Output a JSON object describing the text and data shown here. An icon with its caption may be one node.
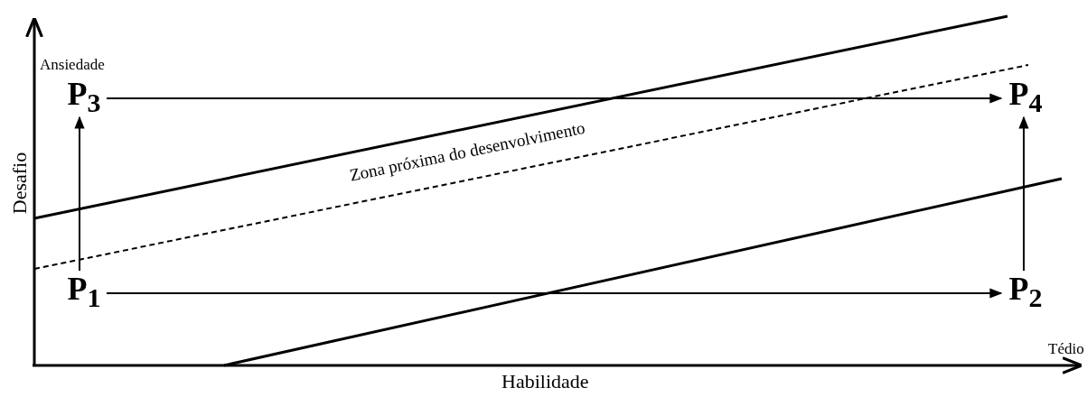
{
  "diagram": {
    "nodes": [
      {
        "text": [
          "P$_{1}$"
        ]
      },
      {
        "text": [
          "P$_{2}$"
        ]
      },
      {
        "text": [
          "P$_{3}$"
        ]
      },
      {
        "text": [
          "P$_{4}$"
        ]
      }
    ],
    "edges": [
      {
        "from": 0,
        "to": 1,
        "arrow": "to"
      },
      {
        "from": 0,
        "to": 2,
        "arrow": "to"
      },
      {
        "from": 2,
        "to": 3,
        "arrow": "to"
      },
      {
        "from": 1,
        "to": 3,
        "arrow": "to"
      }
    ],
    "labels": [
      "Ansiedade",
      "Desafio",
      "Zona próxima do desenvolvimento",
      "Tédio",
      "Habilidade"
    ]
  }
}
